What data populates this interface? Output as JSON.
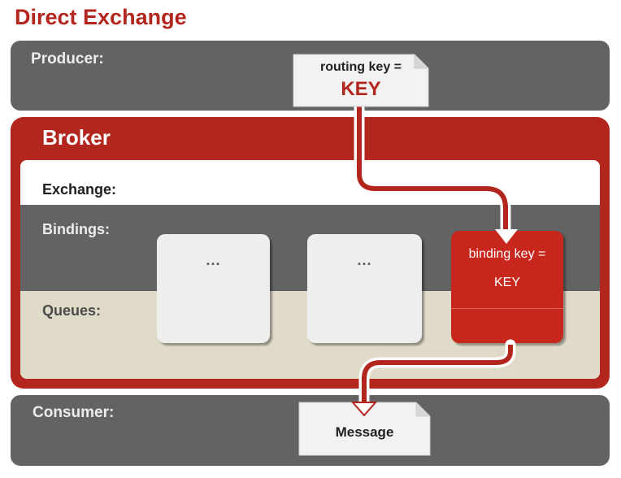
{
  "title": "Direct Exchange",
  "producer": {
    "label": "Producer:",
    "routing_key_label": "routing key =",
    "routing_key_value": "KEY"
  },
  "broker": {
    "label": "Broker",
    "exchange_label": "Exchange:",
    "bindings_label": "Bindings:",
    "queues_label": "Queues:",
    "bindings": [
      {
        "text": "..."
      },
      {
        "text": "..."
      },
      {
        "label": "binding key =",
        "value": "KEY"
      }
    ]
  },
  "consumer": {
    "label": "Consumer:",
    "message_label": "Message"
  },
  "colors": {
    "accent_red": "#b3261e",
    "band_gray": "#636363",
    "queue_beige": "#e0dac9"
  }
}
